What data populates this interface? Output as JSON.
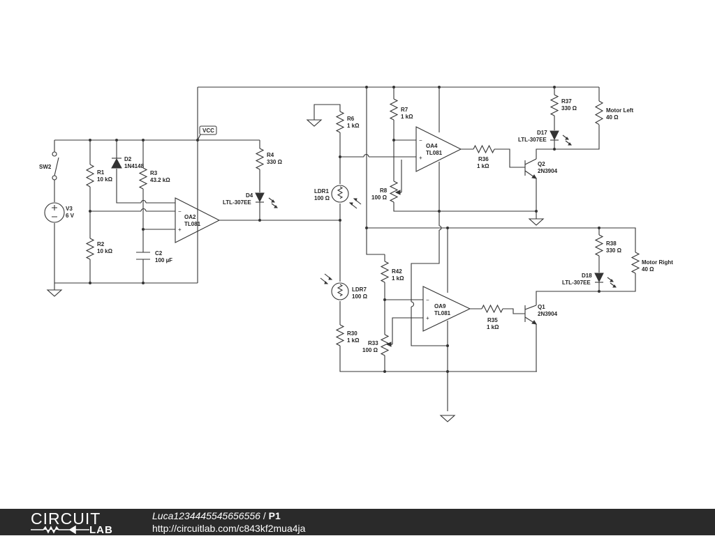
{
  "diagram": {
    "labels": {
      "vcc": "VCC",
      "sw2": "SW2",
      "v3_name": "V3",
      "v3_value": "6 V",
      "r1_name": "R1",
      "r1_value": "10 kΩ",
      "r2_name": "R2",
      "r2_value": "10 kΩ",
      "d2_name": "D2",
      "d2_value": "1N4148",
      "r3_name": "R3",
      "r3_value": "43.2 kΩ",
      "c2_name": "C2",
      "c2_value": "100 µF",
      "oa2_name": "OA2",
      "oa2_value": "TL081",
      "r4_name": "R4",
      "r4_value": "330 Ω",
      "d4_name": "D4",
      "d4_value": "LTL-307EE",
      "r6_name": "R6",
      "r6_value": "1 kΩ",
      "ldr1_name": "LDR1",
      "ldr1_value": "100 Ω",
      "ldr7_name": "LDR7",
      "ldr7_value": "100 Ω",
      "r30_name": "R30",
      "r30_value": "1 kΩ",
      "r7_name": "R7",
      "r7_value": "1 kΩ",
      "r8_name": "R8",
      "r8_value": "100 Ω",
      "oa4_name": "OA4",
      "oa4_value": "TL081",
      "r36_name": "R36",
      "r36_value": "1 kΩ",
      "q2_name": "Q2",
      "q2_value": "2N3904",
      "r37_name": "R37",
      "r37_value": "330 Ω",
      "d17_name": "D17",
      "d17_value": "LTL-307EE",
      "motor_left_name": "Motor Left",
      "motor_left_value": "40 Ω",
      "r42_name": "R42",
      "r42_value": "1 kΩ",
      "r33_name": "R33",
      "r33_value": "100 Ω",
      "oa9_name": "OA9",
      "oa9_value": "TL081",
      "r35_name": "R35",
      "r35_value": "1 kΩ",
      "q1_name": "Q1",
      "q1_value": "2N3904",
      "r38_name": "R38",
      "r38_value": "330 Ω",
      "d18_name": "D18",
      "d18_value": "LTL-307EE",
      "motor_right_name": "Motor Right",
      "motor_right_value": "40 Ω",
      "minus": "−",
      "plus": "+"
    }
  },
  "footer": {
    "logo_top": "CIRCUIT",
    "logo_bottom": "LAB",
    "user": "Luca1234445545656556",
    "separator": " / ",
    "name": "P1",
    "url": "http://circuitlab.com/c843kf2mua4ja"
  },
  "colors": {
    "footer_bg": "#2a2a2a",
    "wire": "#333333"
  }
}
